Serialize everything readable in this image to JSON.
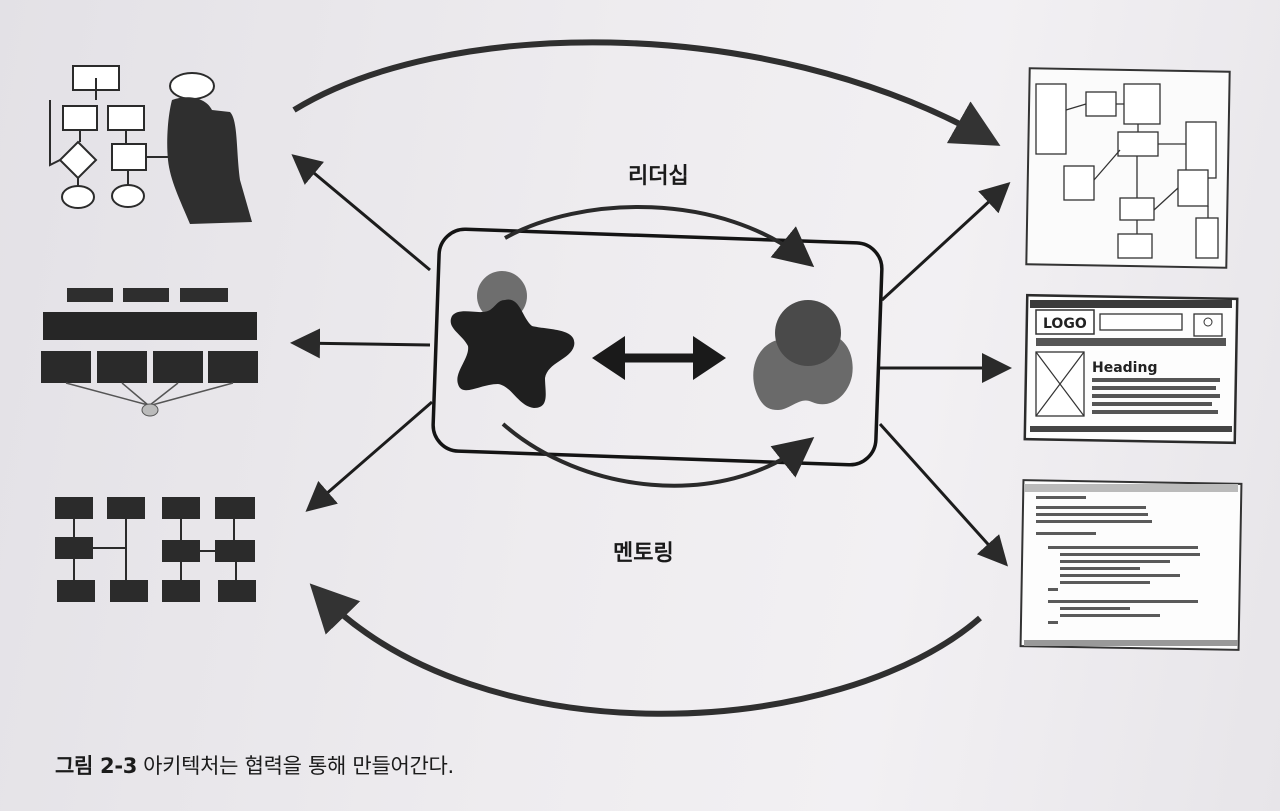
{
  "figure": {
    "label_leadership": "리더십",
    "label_mentoring": "멘토링",
    "caption_number": "그림 2-3",
    "caption_text": "아키텍처는 협력을 통해 만들어간다.",
    "wireframe": {
      "logo": "LOGO",
      "heading": "Heading"
    }
  }
}
